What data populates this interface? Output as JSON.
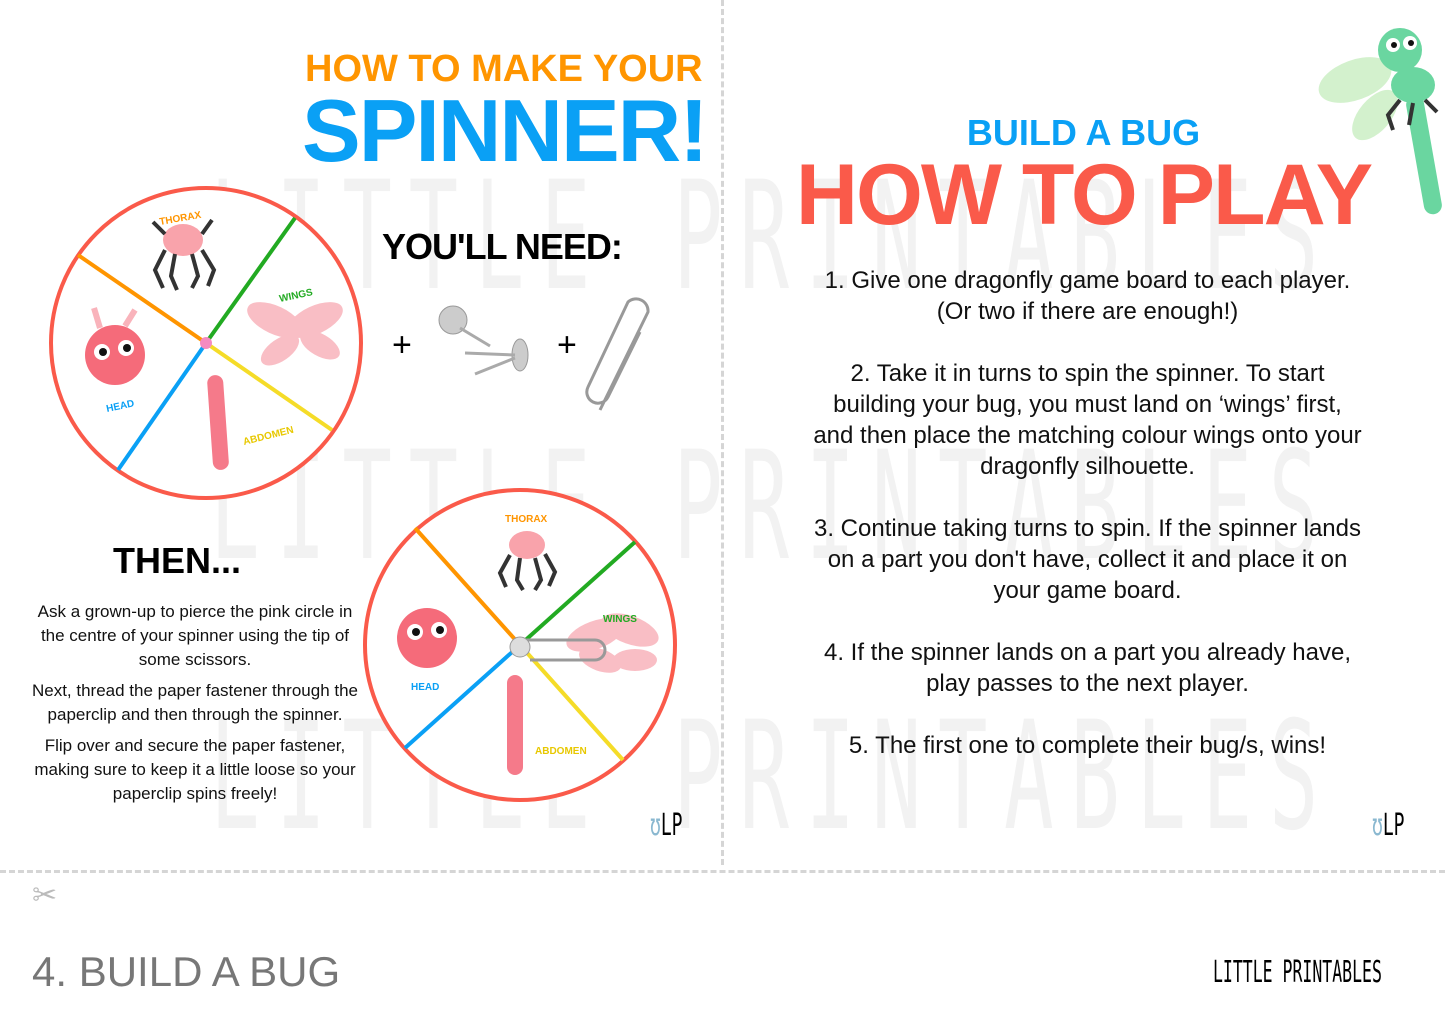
{
  "watermark": "LITTLE PRINTABLES",
  "left": {
    "heading_small": "HOW TO MAKE YOUR",
    "heading_big": "SPINNER!",
    "need_title": "YOU'LL NEED:",
    "plus": "+",
    "spinner_labels": {
      "thorax": "THORAX",
      "wings": "WINGS",
      "abdomen": "ABDOMEN",
      "head": "HEAD"
    },
    "then_title": "THEN...",
    "steps": [
      "Ask a grown-up to pierce the pink circle in the centre of your spinner using the tip of some scissors.",
      "Next, thread the paper fastener through the paperclip and then through the spinner.",
      "Flip over and secure the paper fastener, making sure to keep it a little loose so your paperclip spins freely!"
    ],
    "logo": "LP"
  },
  "right": {
    "subtitle": "BUILD A BUG",
    "title": "HOW TO PLAY",
    "rules": [
      "1. Give one dragonfly game board to each player. (Or two if there are enough!)",
      "2. Take it in turns to spin the spinner. To start building your bug, you must land on ‘wings’ first, and then place the matching colour wings onto your dragonfly silhouette.",
      "3. Continue taking turns to spin. If the spinner lands on a part you don't have, collect it and place it on your game board.",
      "4. If the spinner lands on a part you already have, play passes to the next player.",
      "5. The first one to complete their bug/s, wins!"
    ],
    "logo": "LP"
  },
  "footer": {
    "title": "4. BUILD A BUG",
    "brand": "LITTLE PRINTABLES"
  },
  "colors": {
    "orange": "#ff9500",
    "blue": "#0aa0f5",
    "red": "#fa5a4a",
    "green": "#22aa22",
    "yellow": "#f5dc28",
    "pink": "#f57a8a"
  }
}
